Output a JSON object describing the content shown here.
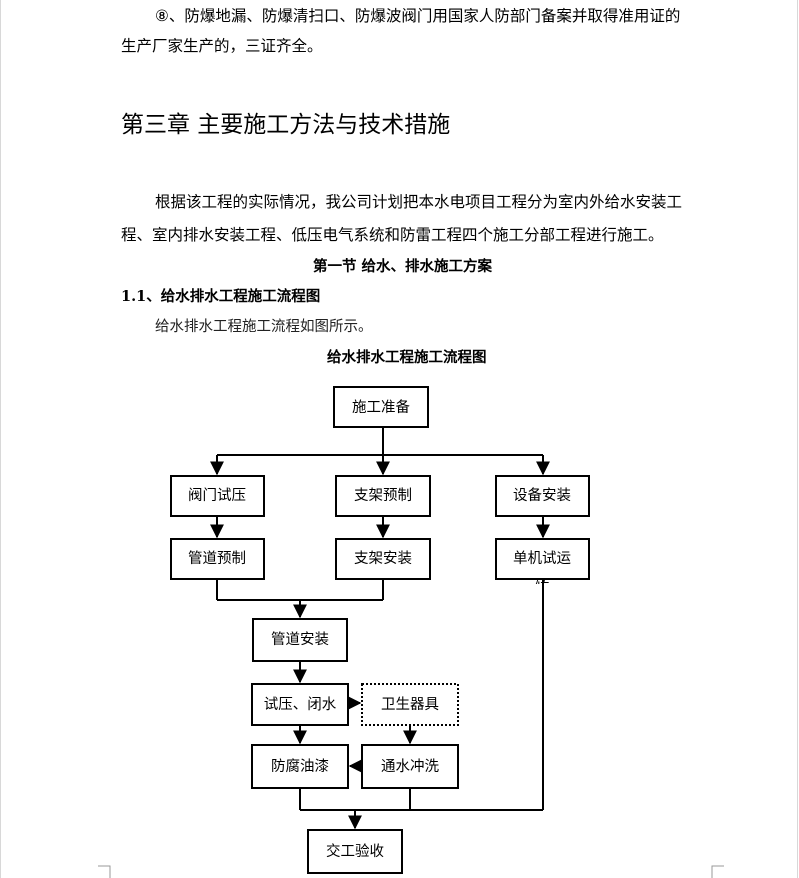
{
  "document": {
    "para_top_line1": "⑧、防爆地漏、防爆清扫口、防爆波阀门用国家人防部门备案并取得准用证的",
    "para_top_line2": "生产厂家生产的，三证齐全。",
    "chapter_title": "第三章  主要施工方法与技术措施",
    "intro_line1": "根据该工程的实际情况，我公司计划把本水电项目工程分为室内外给水安装工",
    "intro_line2": "程、室内排水安装工程、低压电气系统和防雷工程四个施工分部工程进行施工。",
    "section_title": "第一节  给水、排水施工方案",
    "subsection_title": "1.1、给水排水工程施工流程图",
    "subsection_body": "给水排水工程施工流程如图所示。",
    "diagram_title": "给水排水工程施工流程图"
  },
  "flowchart": {
    "prep": "施工准备",
    "valve_test": "阀门试压",
    "bracket_prefab": "支架预制",
    "equip_install": "设备安装",
    "pipe_prefab": "管道预制",
    "bracket_install": "支架安装",
    "single_test": "单机试运",
    "single_test_cut": "转",
    "pipe_install": "管道安装",
    "pressure_test": "试压、闭水",
    "sanitary": "卫生器具",
    "anticorrosion": "防腐油漆",
    "flush": "通水冲洗",
    "acceptance": "交工验收"
  }
}
